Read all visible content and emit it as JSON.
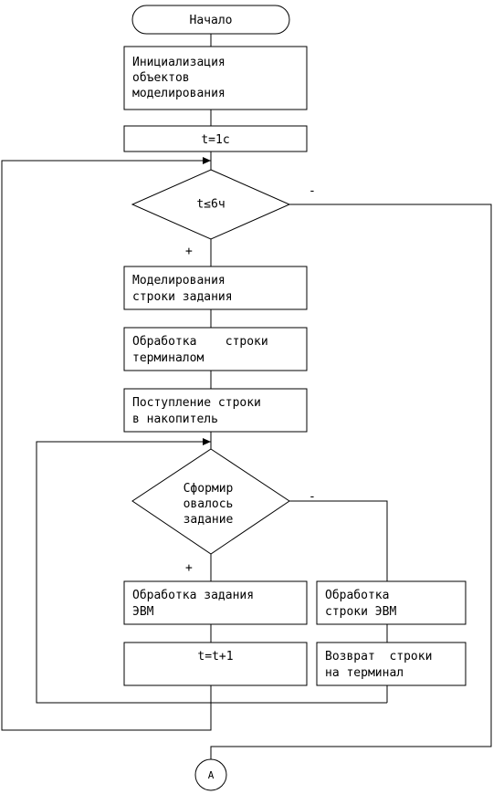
{
  "diagram": {
    "nodes": {
      "start": {
        "lines": [
          "Начало"
        ]
      },
      "init": {
        "lines": [
          "Инициализация",
          "объектов",
          "моделирования"
        ]
      },
      "t_init": {
        "lines": [
          "t=1c"
        ]
      },
      "decision1": {
        "lines": [
          "t≤6ч"
        ]
      },
      "model": {
        "lines": [
          "Моделирования",
          "строки задания"
        ]
      },
      "terminal": {
        "lines": [
          "Обработка    строки",
          "терминалом"
        ]
      },
      "accum": {
        "lines": [
          "Поступление строки",
          "в накопитель"
        ]
      },
      "decision2": {
        "lines": [
          "Сформир",
          "овалось",
          "задание"
        ]
      },
      "proc_task": {
        "lines": [
          "Обработка задания",
          "ЭВМ"
        ]
      },
      "proc_line": {
        "lines": [
          "Обработка",
          "строки ЭВМ"
        ]
      },
      "t_inc": {
        "lines": [
          "t=t+1"
        ]
      },
      "return": {
        "lines": [
          "Возврат  строки",
          "на терминал"
        ]
      },
      "connector": {
        "lines": [
          "A"
        ]
      }
    },
    "edge_labels": {
      "d1_no": "-",
      "d1_yes": "+",
      "d2_no": "-",
      "d2_yes": "+"
    }
  }
}
